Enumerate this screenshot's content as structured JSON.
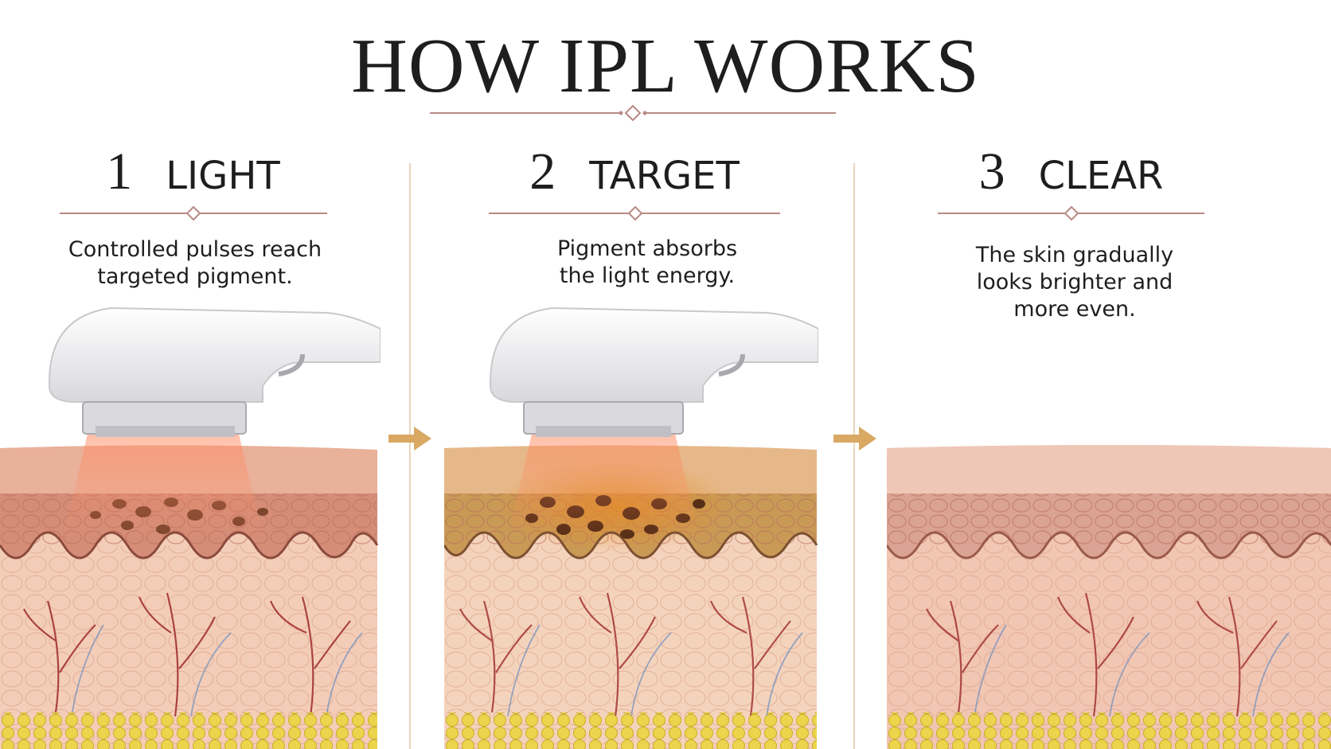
{
  "title": "HOW IPL WORKS",
  "steps": [
    {
      "number": "1",
      "label": "LIGHT",
      "description": "Controlled pulses reach\ntargeted pigment."
    },
    {
      "number": "2",
      "label": "TARGET",
      "description": "Pigment absorbs\nthe light energy."
    },
    {
      "number": "3",
      "label": "CLEAR",
      "description": "The skin gradually\nlooks brighter and\nmore even."
    }
  ],
  "colors": {
    "ornament": "#b98a86",
    "divider": "#ead7b9",
    "arrow": "#d9a863",
    "skin_surface": "#e9b8a1",
    "epidermis_cells": "#c9826f",
    "dermis": "#f3cdb8",
    "fat_layer": "#e7cf3f",
    "pigment_spots": "#6f3a22",
    "light_beam": "#f08060"
  },
  "icons": [
    "ornament-divider",
    "arrow-right-icon",
    "ipl-handpiece",
    "skin-cross-section"
  ]
}
